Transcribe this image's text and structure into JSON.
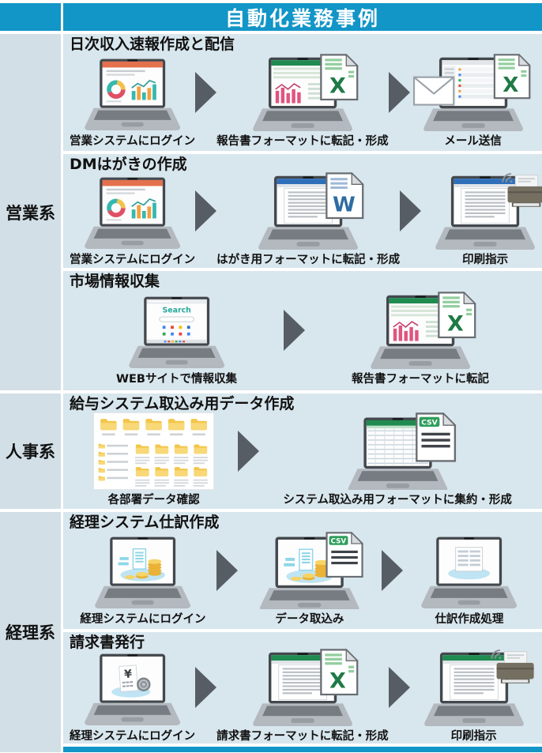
{
  "header": {
    "title": "自動化業務事例"
  },
  "groups": [
    {
      "category": "営業系"
    },
    {
      "category": "人事系"
    },
    {
      "category": "経理系"
    }
  ],
  "rows": [
    {
      "title": "日次収入速報作成と配信",
      "steps": [
        {
          "caption": "営業システムにログイン"
        },
        {
          "caption": "報告書フォーマットに転記・形成"
        },
        {
          "caption": "メール送信"
        }
      ]
    },
    {
      "title": "DMはがきの作成",
      "steps": [
        {
          "caption": "営業システムにログイン"
        },
        {
          "caption": "はがき用フォーマットに転記・形成"
        },
        {
          "caption": "印刷指示"
        }
      ]
    },
    {
      "title": "市場情報収集",
      "steps": [
        {
          "caption": "WEBサイトで情報収集"
        },
        {
          "caption": "報告書フォーマットに転記"
        }
      ]
    },
    {
      "title": "給与システム取込み用データ作成",
      "steps": [
        {
          "caption": "各部署データ確認"
        },
        {
          "caption": "システム取込み用フォーマットに集約・形成"
        }
      ]
    },
    {
      "title": "経理システム仕訳作成",
      "steps": [
        {
          "caption": "経理システムにログイン"
        },
        {
          "caption": "データ取込み"
        },
        {
          "caption": "仕訳作成処理"
        }
      ]
    },
    {
      "title": "請求書発行",
      "steps": [
        {
          "caption": "経理システムにログイン"
        },
        {
          "caption": "請求書フォーマットに転記・形成"
        },
        {
          "caption": "印刷指示"
        }
      ]
    }
  ],
  "icons": {
    "excel_letter": "X",
    "word_letter": "W",
    "csv_label": "CSV",
    "search_label": "Search",
    "yen_label": "¥"
  },
  "colors": {
    "header_bg": "#1295c7",
    "category_bg": "#d2dfe6",
    "row_bg": "#d8e6ed",
    "arrow": "#575d64",
    "excel_green": "#1f8b50",
    "word_blue": "#2f6fba",
    "sales_orange": "#e4714d"
  }
}
